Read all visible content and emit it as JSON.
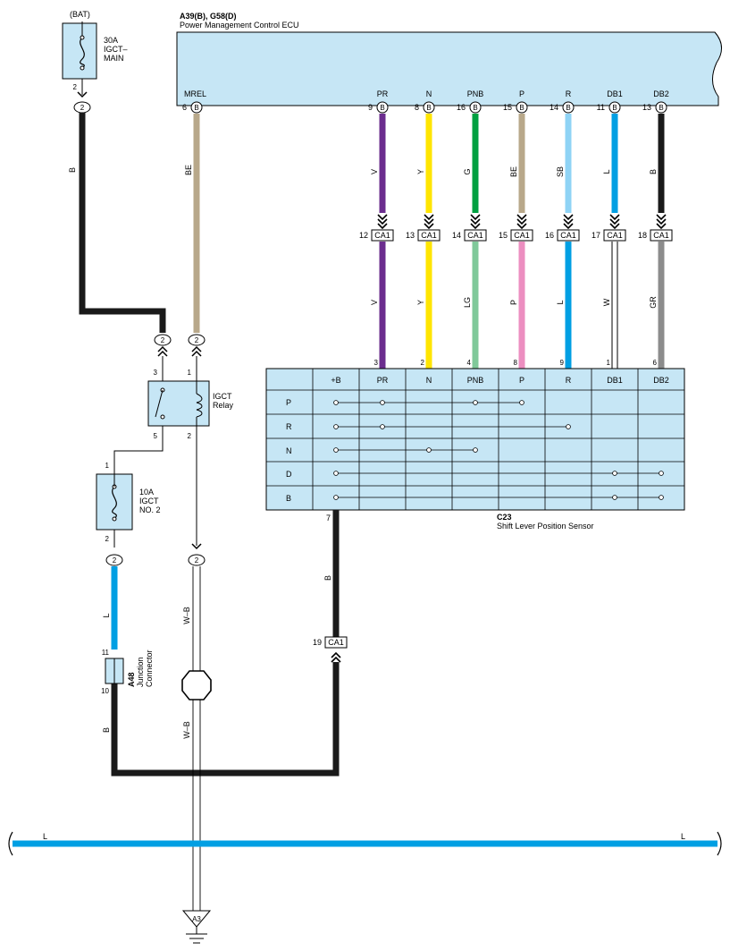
{
  "ecu": {
    "code": "A39(B), G58(D)",
    "name": "Power Management Control ECU",
    "mrel_label": "MREL",
    "mrel_pin": "6",
    "mrel_conn": "B",
    "pins": [
      {
        "label": "PR",
        "pin": "9",
        "conn": "B"
      },
      {
        "label": "N",
        "pin": "8",
        "conn": "B"
      },
      {
        "label": "PNB",
        "pin": "16",
        "conn": "B"
      },
      {
        "label": "P",
        "pin": "15",
        "conn": "B"
      },
      {
        "label": "R",
        "pin": "14",
        "conn": "B"
      },
      {
        "label": "DB1",
        "pin": "11",
        "conn": "B"
      },
      {
        "label": "DB2",
        "pin": "13",
        "conn": "B"
      }
    ]
  },
  "wires_upper": [
    {
      "code": "V",
      "color": "#6b2d8e"
    },
    {
      "code": "Y",
      "color": "#ffe500"
    },
    {
      "code": "G",
      "color": "#00a040"
    },
    {
      "code": "BE",
      "color": "#b8a88a"
    },
    {
      "code": "SB",
      "color": "#8fd3f5"
    },
    {
      "code": "L",
      "color": "#009fe3"
    },
    {
      "code": "B",
      "color": "#1a1a1a"
    }
  ],
  "ca1": {
    "label": "CA1",
    "pins": [
      "12",
      "13",
      "14",
      "15",
      "16",
      "17",
      "18"
    ],
    "bottom_pin": "19"
  },
  "wires_lower": [
    {
      "code": "V",
      "color": "#6b2d8e"
    },
    {
      "code": "Y",
      "color": "#ffe500"
    },
    {
      "code": "LG",
      "color": "#80c99a"
    },
    {
      "code": "P",
      "color": "#ec8ec0"
    },
    {
      "code": "L",
      "color": "#009fe3"
    },
    {
      "code": "W",
      "color": "#ffffff"
    },
    {
      "code": "GR",
      "color": "#8c8c8c"
    }
  ],
  "sensor": {
    "code": "C23",
    "name": "Shift Lever Position Sensor",
    "headers": [
      "+B",
      "PR",
      "N",
      "PNB",
      "P",
      "R",
      "DB1",
      "DB2"
    ],
    "pins": [
      "3",
      "2",
      "4",
      "8",
      "9",
      "1",
      "6"
    ],
    "rows": [
      "P",
      "R",
      "N",
      "D",
      "B"
    ],
    "bottom_pin": "7"
  },
  "fuse_main": {
    "source": "(BAT)",
    "rating": "30A",
    "name1": "IGCT–",
    "name2": "MAIN",
    "pin": "2",
    "conn": "2"
  },
  "fuse_no2": {
    "rating": "10A",
    "name1": "IGCT",
    "name2": "NO. 2",
    "pin_top": "1",
    "pin_bottom": "2",
    "conn": "2"
  },
  "relay": {
    "name1": "IGCT",
    "name2": "Relay",
    "pins": [
      "3",
      "1",
      "5",
      "2"
    ],
    "conn_left": "2",
    "conn_right": "2",
    "conn_bottom": "2"
  },
  "junction": {
    "code": "A48",
    "name1": "Junction",
    "name2": "Connector",
    "pin_top": "11",
    "pin_bottom": "10"
  },
  "wire_codes": {
    "main_fuse_wire": "B",
    "mrel_wire": "BE",
    "fuse2_wire": "L",
    "ground_upper": "W–B",
    "ground_lower": "W–B",
    "junction_out": "B",
    "sensor_out": "B",
    "bus_left": "L",
    "bus_right": "L"
  },
  "ground": {
    "label": "A3"
  },
  "colors": {
    "black": "#1a1a1a",
    "tan": "#b8a88a",
    "blue": "#009fe3",
    "ecu_fill": "#c6e6f5",
    "table_fill": "#c6e6f5"
  }
}
